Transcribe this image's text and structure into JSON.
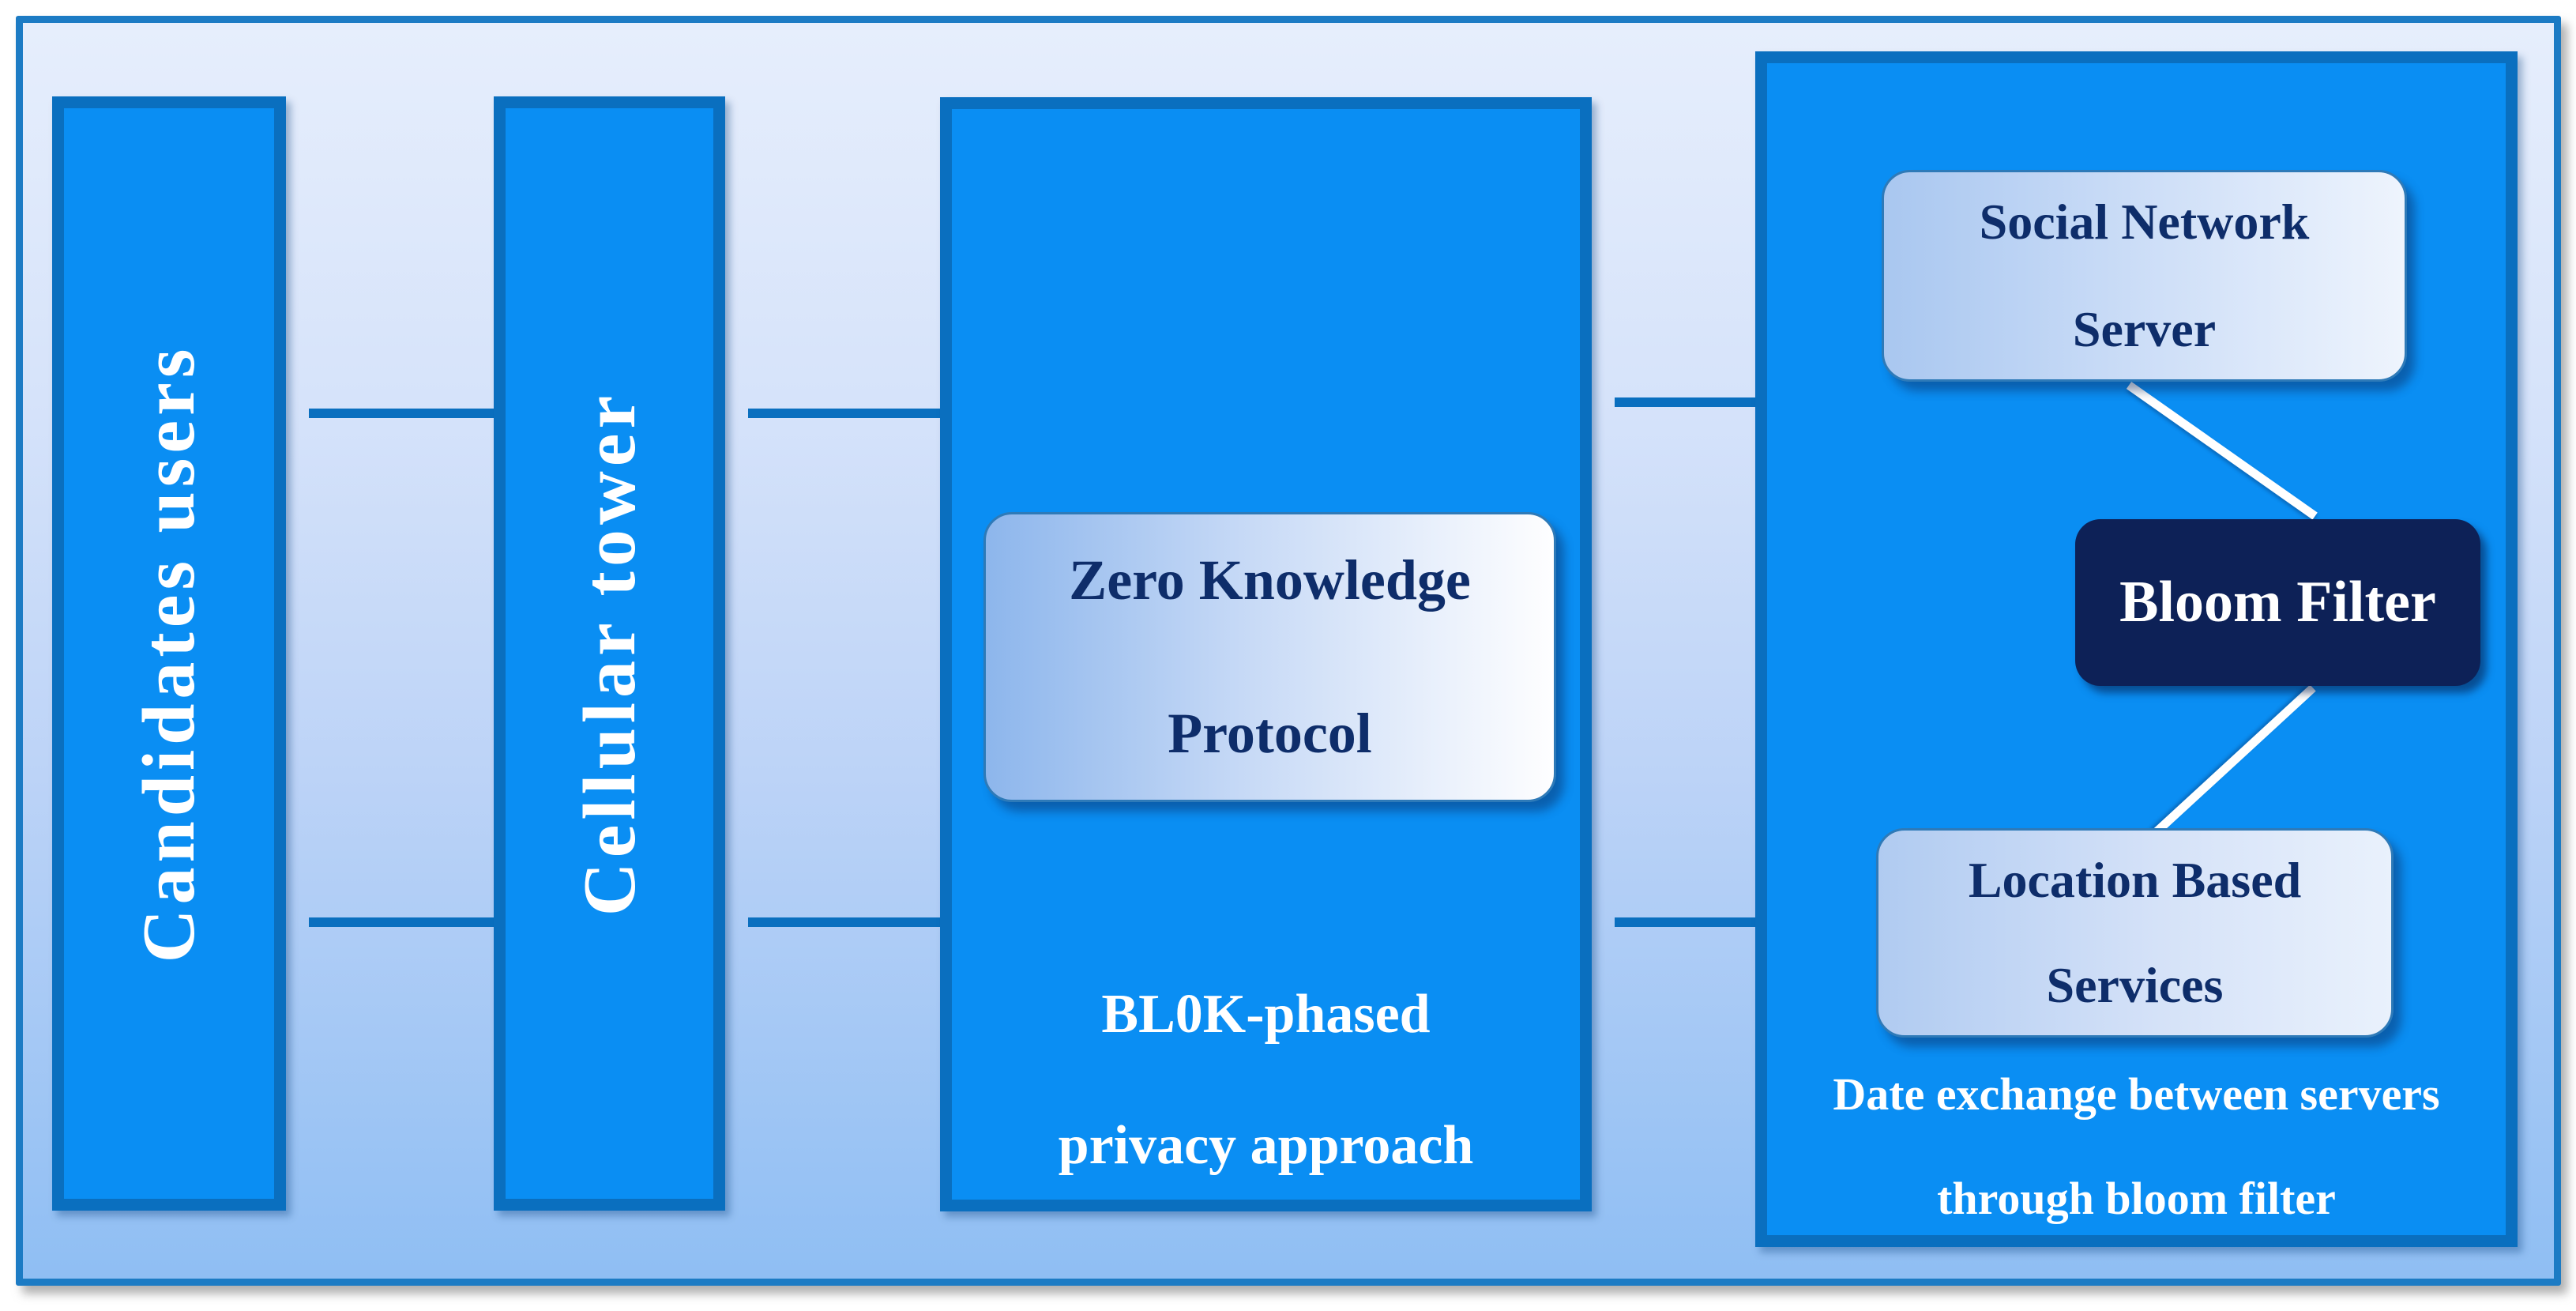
{
  "figure": {
    "left_bar": {
      "label": "Candidates users"
    },
    "middle_bar": {
      "label": "Cellular tower"
    },
    "protocol_box": {
      "line1": "Zero Knowledge",
      "line2": "Protocol"
    },
    "middle_panel_caption": {
      "line1": "BL0K-phased",
      "line2": "privacy approach"
    },
    "right_panel": {
      "social_server_box": {
        "line1": "Social Network",
        "line2": "Server"
      },
      "bloom_filter_box": {
        "label": "Bloom Filter"
      },
      "location_services_box": {
        "line1": "Location Based",
        "line2": "Services"
      },
      "caption": {
        "line1": "Date exchange between servers",
        "line2": "through bloom filter"
      }
    },
    "colors": {
      "panel_fill": "#0a8ef3",
      "panel_border": "#0a6fbf",
      "outer_border": "#1c7bc4",
      "background_gradient_top": "#e6eefc",
      "background_gradient_bottom": "#8fbef3",
      "lite_box_gradient_start": "#8db6ec",
      "lite_box_gradient_end": "#fefeff",
      "bloom_box_fill": "#0d2157",
      "dark_text": "#0e2d6a",
      "light_text": "#ffffff"
    }
  }
}
